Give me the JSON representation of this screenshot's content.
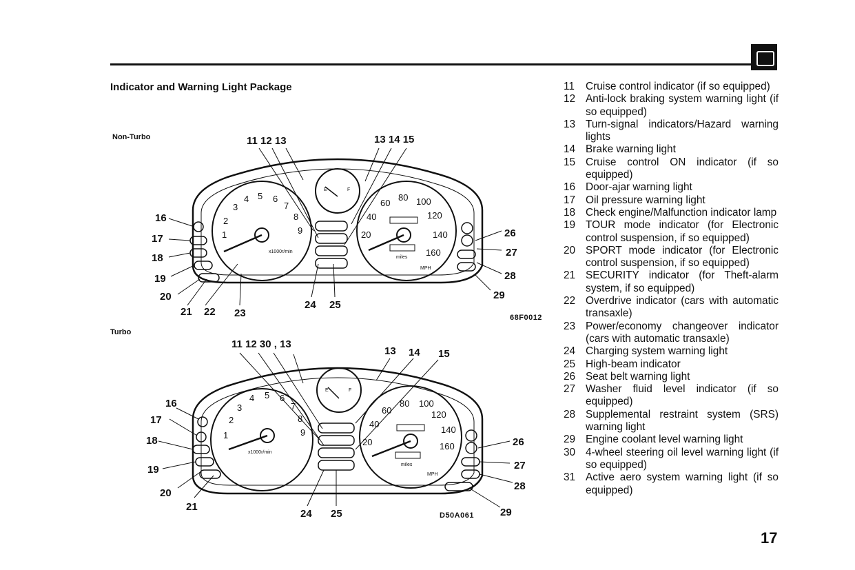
{
  "section_title": "Indicator and Warning Light Package",
  "variants": {
    "non_turbo": "Non-Turbo",
    "turbo": "Turbo"
  },
  "figure_codes": {
    "non_turbo": "68F0012",
    "turbo": "D50A061"
  },
  "non_turbo_callouts": {
    "top_left": "11 12 13",
    "top_right": "13 14 15",
    "left": [
      "16",
      "17",
      "18",
      "19",
      "20"
    ],
    "bottom_left": [
      "21",
      "22",
      "23"
    ],
    "bottom_mid": [
      "24",
      "25"
    ],
    "right": [
      "26",
      "27",
      "28",
      "29"
    ]
  },
  "turbo_callouts": {
    "top_left": "11 12 30 , 13",
    "top_right": [
      "13",
      "14",
      "15"
    ],
    "left": [
      "16",
      "17",
      "18",
      "19",
      "20"
    ],
    "bottom_left": [
      "21"
    ],
    "bottom_mid": [
      "24",
      "25"
    ],
    "right": [
      "26",
      "27",
      "28",
      "29"
    ]
  },
  "gauge": {
    "tach_numbers": [
      "1",
      "2",
      "3",
      "4",
      "5",
      "6",
      "7",
      "8",
      "9"
    ],
    "tach_unit": "x1000r/min",
    "speed_numbers": [
      "20",
      "40",
      "60",
      "80",
      "100",
      "120",
      "140",
      "160"
    ],
    "speed_unit": "MPH",
    "odo_unit": "miles",
    "fuel_marks": [
      "E",
      "F"
    ]
  },
  "legend": [
    {
      "num": "11",
      "text": "Cruise control indicator (if so equipped)"
    },
    {
      "num": "12",
      "text": "Anti-lock braking system warning light (if so equipped)"
    },
    {
      "num": "13",
      "text": "Turn-signal indicators/Hazard warning lights"
    },
    {
      "num": "14",
      "text": "Brake warning light"
    },
    {
      "num": "15",
      "text": "Cruise control ON indicator (if so equipped)"
    },
    {
      "num": "16",
      "text": "Door-ajar warning light"
    },
    {
      "num": "17",
      "text": "Oil pressure warning light"
    },
    {
      "num": "18",
      "text": "Check engine/Malfunction indicator lamp"
    },
    {
      "num": "19",
      "text": "TOUR mode indicator (for Electronic control suspension, if so equipped)"
    },
    {
      "num": "20",
      "text": "SPORT mode indicator (for Electronic control suspension, if so equipped)"
    },
    {
      "num": "21",
      "text": "SECURITY indicator (for Theft-alarm system, if so equipped)"
    },
    {
      "num": "22",
      "text": "Overdrive indicator (cars with automatic transaxle)"
    },
    {
      "num": "23",
      "text": "Power/economy changeover indicator (cars with automatic transaxle)"
    },
    {
      "num": "24",
      "text": "Charging system warning light"
    },
    {
      "num": "25",
      "text": "High-beam indicator"
    },
    {
      "num": "26",
      "text": "Seat belt warning light"
    },
    {
      "num": "27",
      "text": "Washer fluid level indicator (if so equipped)"
    },
    {
      "num": "28",
      "text": "Supplemental restraint system (SRS) warning light"
    },
    {
      "num": "29",
      "text": "Engine coolant level warning light"
    },
    {
      "num": "30",
      "text": "4-wheel steering oil level warning light (if so equipped)"
    },
    {
      "num": "31",
      "text": "Active aero system warning light (if so equipped)"
    }
  ],
  "page_number": "17"
}
